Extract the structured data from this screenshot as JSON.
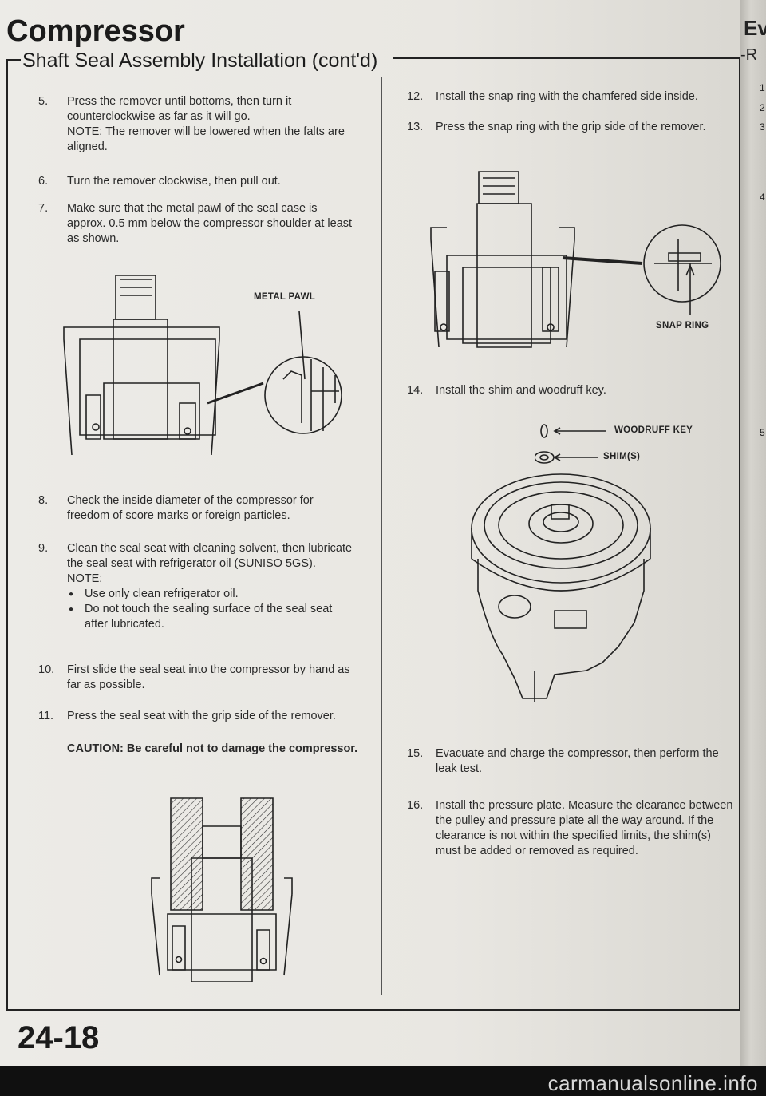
{
  "header": {
    "title": "Compressor",
    "subtitle": "Shaft Seal Assembly Installation (cont'd)"
  },
  "page_number": "24-18",
  "right_edge_fragments": [
    "Ev",
    "-R",
    "1",
    "2",
    "3",
    "4",
    "5"
  ],
  "steps": [
    {
      "num": "5.",
      "text": "Press the remover until bottoms, then turn it counterclockwise as far as it will go.",
      "note": "NOTE: The remover will be lowered when the falts are aligned."
    },
    {
      "num": "6.",
      "text": "Turn the remover clockwise, then pull out."
    },
    {
      "num": "7.",
      "text": "Make sure that the metal pawl of the seal case is approx. 0.5 mm below the compressor shoulder at least as shown."
    },
    {
      "num": "8.",
      "text": "Check the inside diameter of the compressor for freedom of score marks or foreign particles."
    },
    {
      "num": "9.",
      "text": "Clean the seal seat with cleaning solvent, then lubricate the seal seat with refrigerator oil (SUNISO 5GS).",
      "note": "NOTE:",
      "bullets": [
        "Use only clean refrigerator oil.",
        "Do not touch the sealing surface of the seal seat after lubricated."
      ]
    },
    {
      "num": "10.",
      "text": "First slide the seal seat into the compressor by hand as far as possible."
    },
    {
      "num": "11.",
      "text": "Press the seal seat with the grip side of the remover."
    },
    {
      "num": "12.",
      "text": "Install the snap ring with the chamfered side inside."
    },
    {
      "num": "13.",
      "text": "Press the snap ring with the grip side of the remover."
    },
    {
      "num": "14.",
      "text": "Install the shim and woodruff key."
    },
    {
      "num": "15.",
      "text": "Evacuate and charge the compressor, then perform the leak test."
    },
    {
      "num": "16.",
      "text": "Install the pressure plate. Measure the clearance between the pulley and pressure plate all the way around. If the clearance is not within the specified limits, the shim(s) must be added or removed as required."
    }
  ],
  "caution": "CAUTION: Be careful not to damage the compressor.",
  "labels": {
    "metal_pawl": "METAL PAWL",
    "snap_ring": "SNAP RING",
    "woodruff_key": "WOODRUFF KEY",
    "shims": "SHIM(S)"
  },
  "watermark": "carmanualsonline.info"
}
